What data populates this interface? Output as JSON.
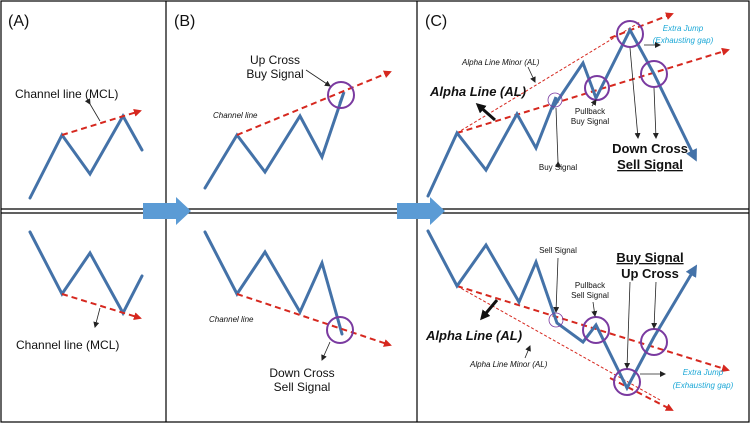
{
  "panels": {
    "a": {
      "label": "(A)",
      "top_label": "Channel line (MCL)",
      "bottom_label": "Channel line (MCL)"
    },
    "b": {
      "label": "(B)",
      "top_signal_line1": "Up Cross",
      "top_signal_line2": "Buy Signal",
      "top_channel": "Channel line",
      "bottom_channel": "Channel line",
      "bottom_signal_line1": "Down Cross",
      "bottom_signal_line2": "Sell Signal"
    },
    "c": {
      "label": "(C)",
      "top": {
        "extra_jump_line1": "Extra Jump",
        "extra_jump_line2": "(Exhausting gap)",
        "alpha_minor": "Alpha Line Minor (AL)",
        "alpha_line": "Alpha Line (AL)",
        "pullback_line1": "Pullback",
        "pullback_line2": "Buy Signal",
        "buy_signal": "Buy Signal",
        "down_cross": "Down Cross",
        "sell_signal": "Sell Signal"
      },
      "bottom": {
        "sell_signal": "Sell Signal",
        "buy_signal": "Buy Signal",
        "up_cross": "Up Cross",
        "pullback_line1": "Pullback",
        "pullback_line2": "Sell Signal",
        "alpha_line": "Alpha Line (AL)",
        "alpha_minor": "Alpha Line Minor (AL)",
        "extra_jump_line1": "Extra Jump",
        "extra_jump_line2": "(Exhausting gap)"
      }
    }
  },
  "colors": {
    "price_line": "#4472a8",
    "channel_line": "#d6281f",
    "signal_circle": "#7a3aa0",
    "extra_jump_text": "#1aa7d6",
    "flow_arrow": "#5b9bd5"
  }
}
